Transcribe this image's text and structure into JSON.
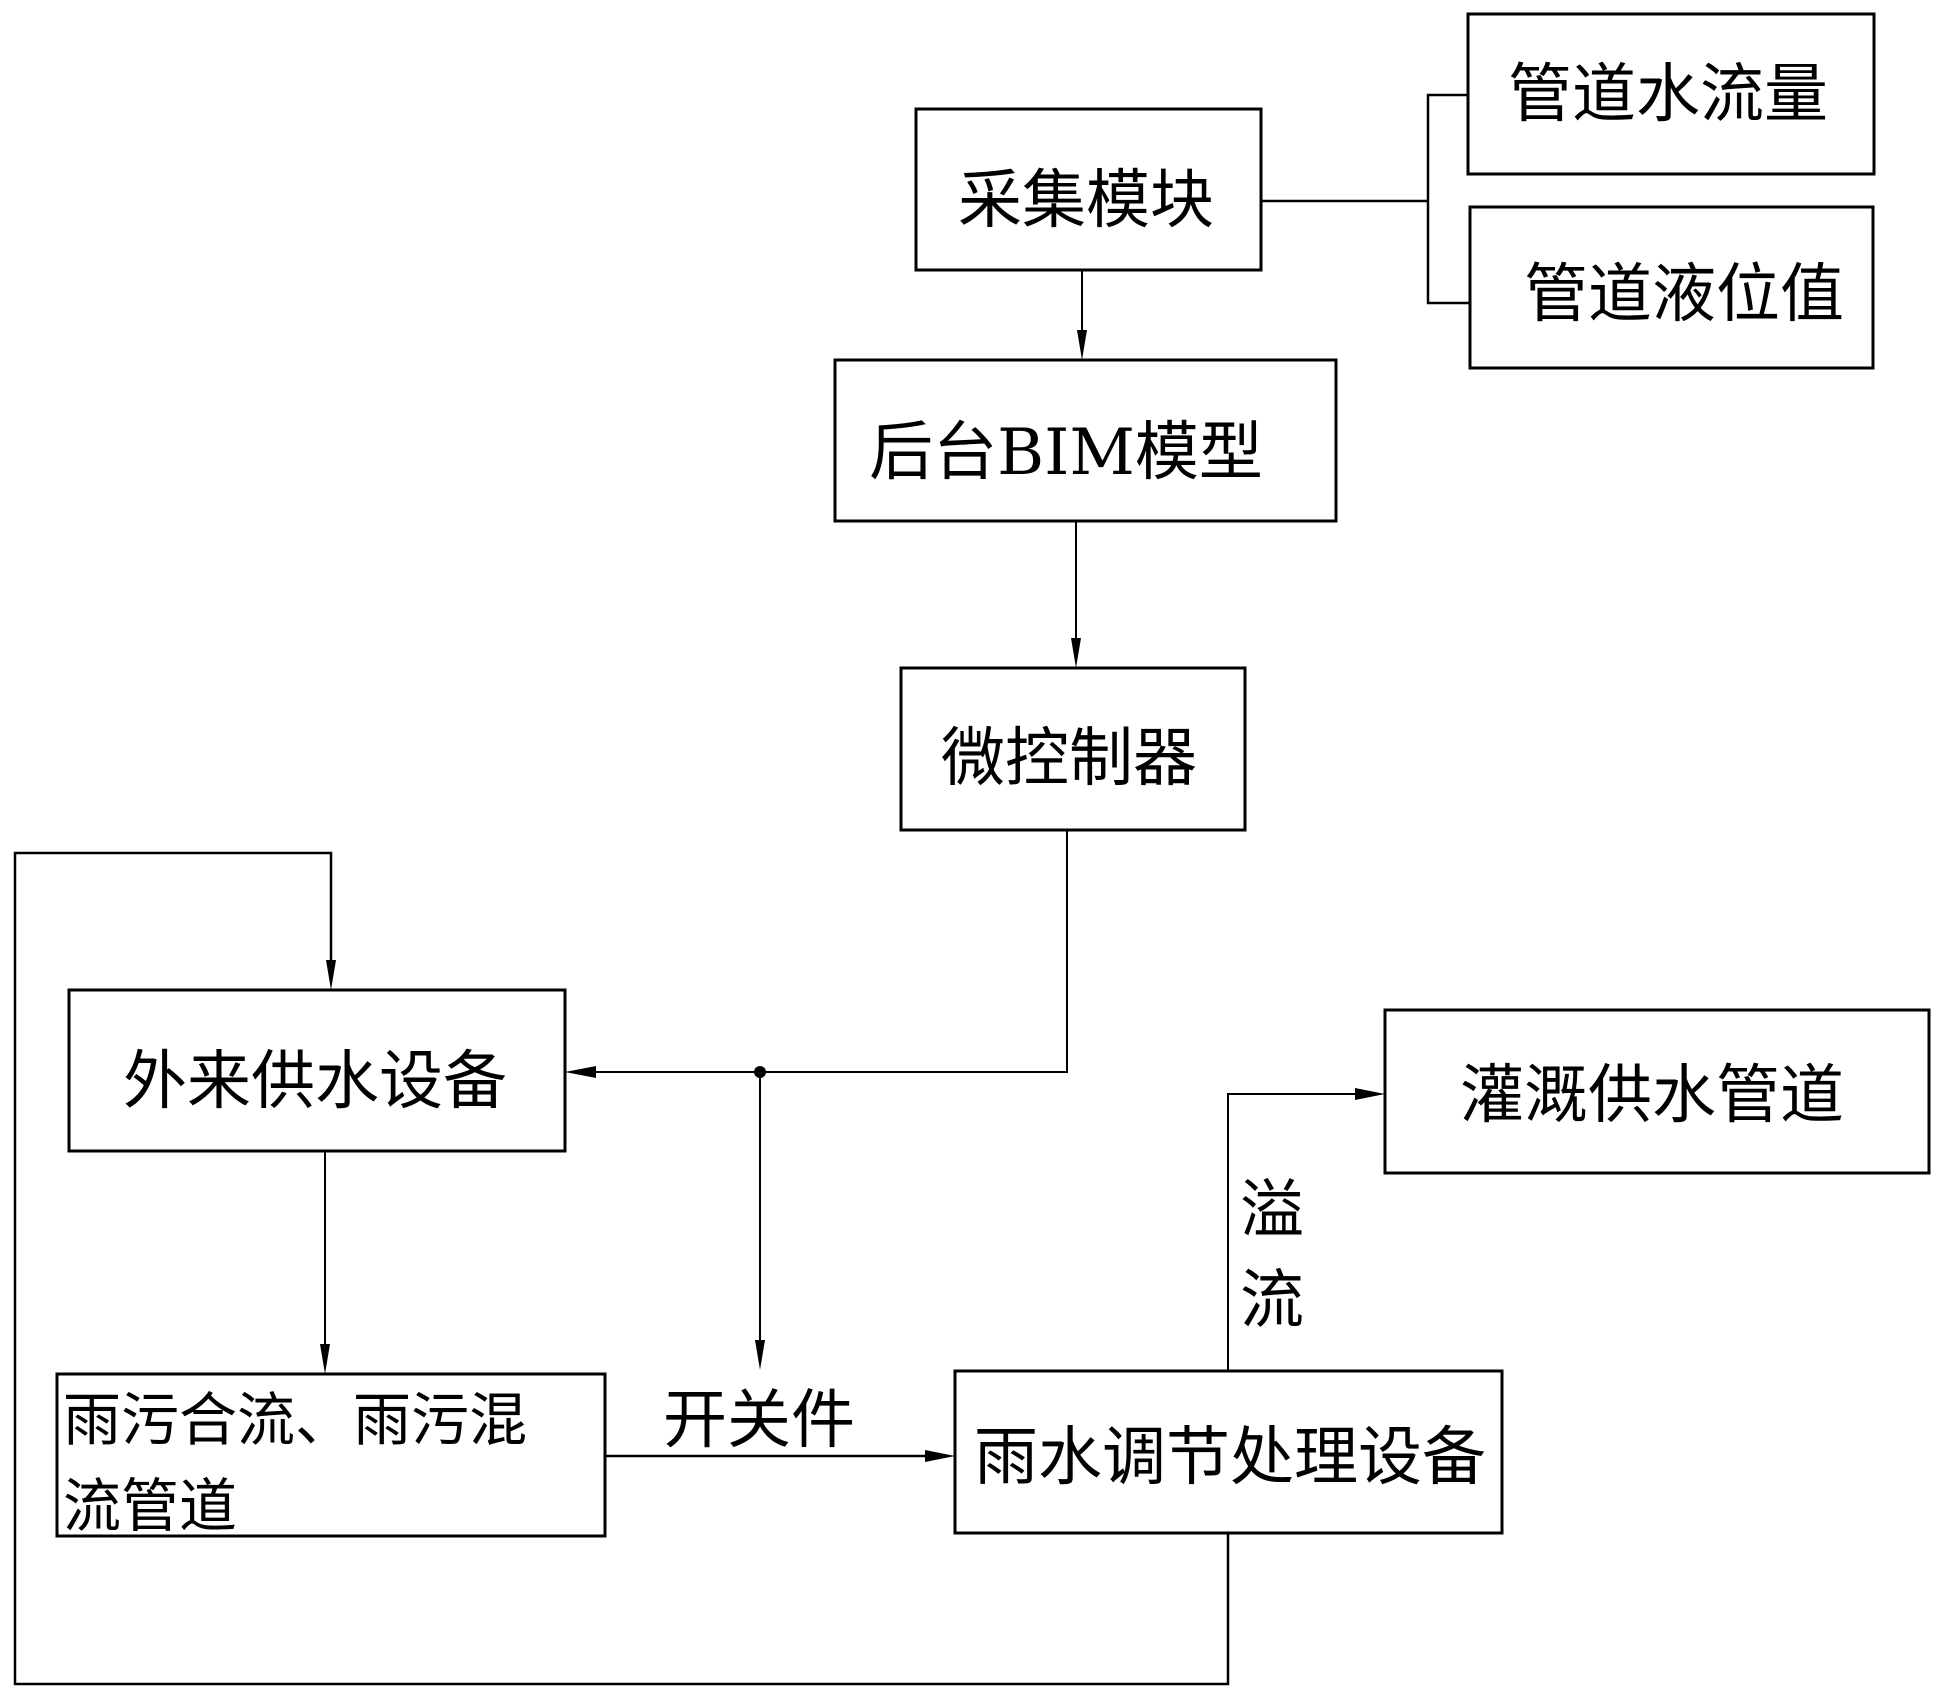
{
  "diagram": {
    "nodes": {
      "acquisition_module": "采集模块",
      "pipe_water_flow": "管道水流量",
      "pipe_liquid_level": "管道液位值",
      "backend_bim_model": "后台BIM模型",
      "microcontroller": "微控制器",
      "external_water_supply": "外来供水设备",
      "combined_sewer_line1": "雨污合流、雨污混",
      "combined_sewer_line2": "流管道",
      "rainwater_treatment": "雨水调节处理设备",
      "irrigation_pipe": "灌溉供水管道"
    },
    "edge_labels": {
      "switch": "开关件",
      "overflow_char1": "溢",
      "overflow_char2": "流"
    },
    "edges": [
      {
        "from": "采集模块",
        "to": "管道水流量",
        "type": "line"
      },
      {
        "from": "采集模块",
        "to": "管道液位值",
        "type": "line"
      },
      {
        "from": "采集模块",
        "to": "后台BIM模型",
        "type": "arrow"
      },
      {
        "from": "后台BIM模型",
        "to": "微控制器",
        "type": "arrow"
      },
      {
        "from": "微控制器",
        "to": "外来供水设备",
        "type": "arrow"
      },
      {
        "from": "微控制器",
        "to": "开关件",
        "type": "arrow"
      },
      {
        "from": "外来供水设备",
        "to": "雨污合流、雨污混流管道",
        "type": "arrow"
      },
      {
        "from": "雨污合流、雨污混流管道",
        "to": "雨水调节处理设备",
        "type": "arrow",
        "label": "开关件"
      },
      {
        "from": "雨水调节处理设备",
        "to": "灌溉供水管道",
        "type": "arrow",
        "label": "溢流"
      },
      {
        "from": "雨水调节处理设备",
        "to": "外来供水设备",
        "type": "arrow"
      }
    ]
  }
}
